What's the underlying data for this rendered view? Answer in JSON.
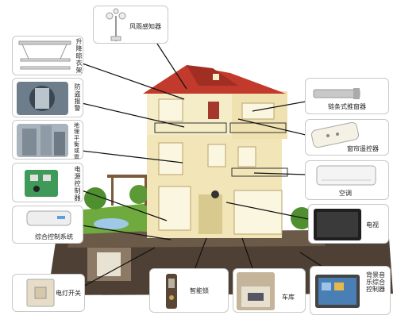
{
  "colors": {
    "roof": "#c23a2b",
    "wall": "#f2e6b8",
    "leader": "#111111",
    "callout_border": "#c8c8c8",
    "ground": "#5a4a3a",
    "grass": "#6faa3e"
  },
  "labels": {
    "wind_rain_sensor": "风雨感知器",
    "lifting_clothes_rack": "升降晾衣架",
    "anti_theft_alarm": "防盗报警",
    "geomagnetic_sensor": "地理平衡或震动检测",
    "electric_controller": "电源控制器",
    "integrated_control_system": "综合控制系统",
    "light_switch": "电灯开关",
    "smart_lock": "智能锁",
    "garage": "车库",
    "background_music": "背景音乐综合控制器",
    "chain_window_opener": "链条式推窗器",
    "curtain_remote": "窗帘遥控器",
    "air_conditioner": "空调",
    "tv": "电视"
  },
  "icons": {
    "wind_rain_sensor": "anemometer-icon",
    "lifting_clothes_rack": "clothes-rack-icon",
    "anti_theft_alarm": "security-camera-photo",
    "geomagnetic_sensor": "building-photo",
    "electric_controller": "circuit-board-icon",
    "integrated_control_system": "control-box-icon",
    "light_switch": "wall-switch-icon",
    "smart_lock": "door-lock-icon",
    "garage": "garage-photo",
    "background_music": "touch-panel-icon",
    "chain_window_opener": "window-opener-icon",
    "curtain_remote": "remote-icon",
    "air_conditioner": "ac-unit-icon",
    "tv": "tv-icon"
  }
}
